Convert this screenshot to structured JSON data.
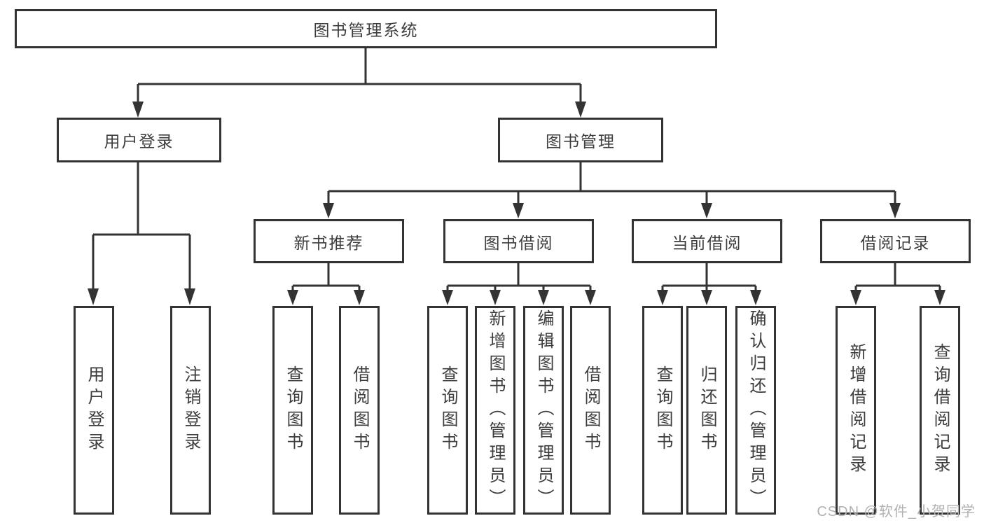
{
  "title": "图书管理系统",
  "watermark": "CSDN @软件_小贺同学",
  "colors": {
    "line": "#333333",
    "border": "#333333",
    "text": "#3d3d3d",
    "background": "#ffffff",
    "watermark": "#b1b1b1"
  },
  "nodes": {
    "root": {
      "label": "图书管理系统"
    },
    "l2": [
      {
        "label": "用户登录",
        "parent": "图书管理系统"
      },
      {
        "label": "图书管理",
        "parent": "图书管理系统"
      }
    ],
    "l3": [
      {
        "label": "新书推荐",
        "parent": "图书管理"
      },
      {
        "label": "图书借阅",
        "parent": "图书管理"
      },
      {
        "label": "当前借阅",
        "parent": "图书管理"
      },
      {
        "label": "借阅记录",
        "parent": "图书管理"
      }
    ],
    "l4": [
      {
        "label": "用户登录",
        "parent": "用户登录"
      },
      {
        "label": "注销登录",
        "parent": "用户登录"
      },
      {
        "label": "查询图书",
        "parent": "新书推荐"
      },
      {
        "label": "借阅图书",
        "parent": "新书推荐"
      },
      {
        "label": "查询图书",
        "parent": "图书借阅"
      },
      {
        "label": "新增图书（管理员）",
        "parent": "图书借阅"
      },
      {
        "label": "编辑图书（管理员）",
        "parent": "图书借阅"
      },
      {
        "label": "借阅图书",
        "parent": "图书借阅"
      },
      {
        "label": "查询图书",
        "parent": "当前借阅"
      },
      {
        "label": "归还图书",
        "parent": "当前借阅"
      },
      {
        "label": "确认归还（管理员）",
        "parent": "当前借阅"
      },
      {
        "label": "新增借阅记录",
        "parent": "借阅记录"
      },
      {
        "label": "查询借阅记录",
        "parent": "借阅记录"
      }
    ]
  }
}
